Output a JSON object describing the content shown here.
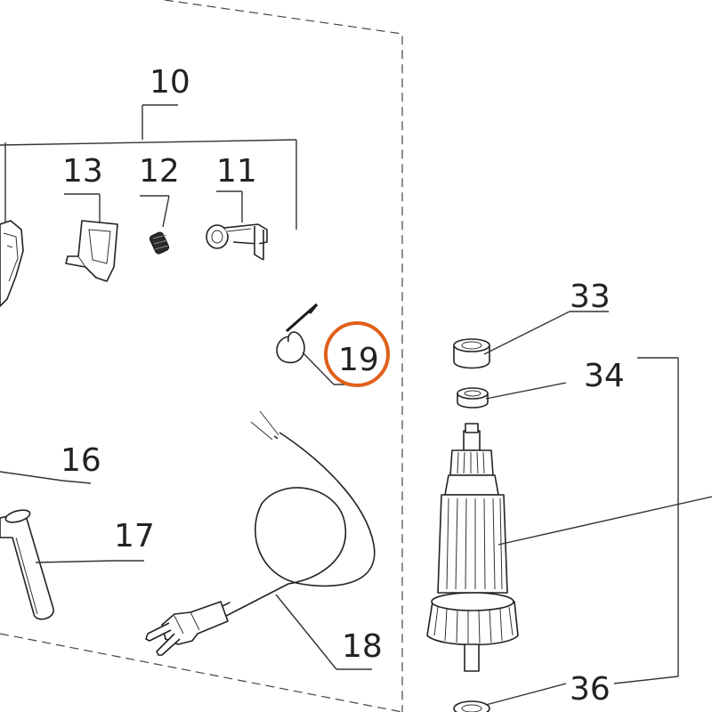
{
  "diagram": {
    "labels": {
      "p10": "10",
      "p11": "11",
      "p12": "12",
      "p13": "13",
      "p16": "16",
      "p17": "17",
      "p18": "18",
      "p19": "19",
      "p33": "33",
      "p34": "34",
      "p36": "36"
    },
    "highlight": {
      "part": "19",
      "color": "#e0601a"
    },
    "colors": {
      "line": "#333333",
      "ink": "#222222",
      "background": "#ffffff"
    }
  }
}
